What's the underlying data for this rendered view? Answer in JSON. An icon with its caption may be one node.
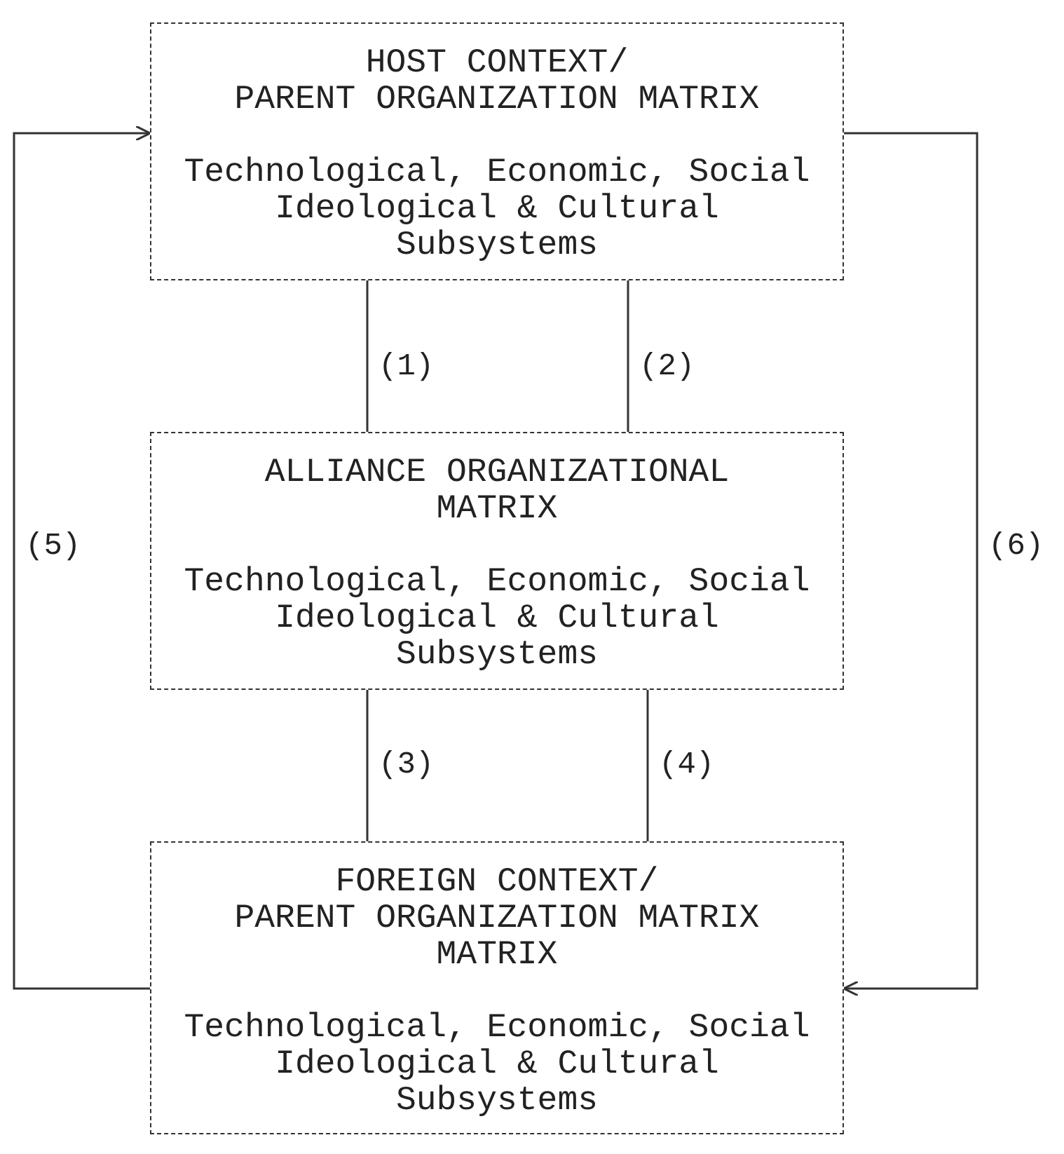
{
  "diagram": {
    "nodes": [
      {
        "text": [
          "HOST CONTEXT/",
          "PARENT ORGANIZATION MATRIX",
          "Technological, Economic, Social Ideological & Cultural Subsystems"
        ]
      },
      {
        "text": [
          "ALLIANCE ORGANIZATIONAL MATRIX",
          "Technological, Economic, Social Ideological & Cultural Subsystems"
        ]
      },
      {
        "text": [
          "FOREIGN CONTEXT/",
          "PARENT ORGANIZATION MATRIX MATRIX",
          "Technological, Economic, Social Ideological & Cultural Subsystems"
        ]
      }
    ],
    "edges": [
      {
        "from": 0,
        "to": 1,
        "arrow": "none",
        "label": "(1)"
      },
      {
        "from": 0,
        "to": 1,
        "arrow": "none",
        "label": "(2)"
      },
      {
        "from": 1,
        "to": 2,
        "arrow": "none",
        "label": "(3)"
      },
      {
        "from": 1,
        "to": 2,
        "arrow": "none",
        "label": "(4)"
      },
      {
        "from": 2,
        "to": 0,
        "arrow": "to",
        "label": "(5)"
      },
      {
        "from": 0,
        "to": 2,
        "arrow": "to",
        "label": "(6)"
      }
    ]
  }
}
